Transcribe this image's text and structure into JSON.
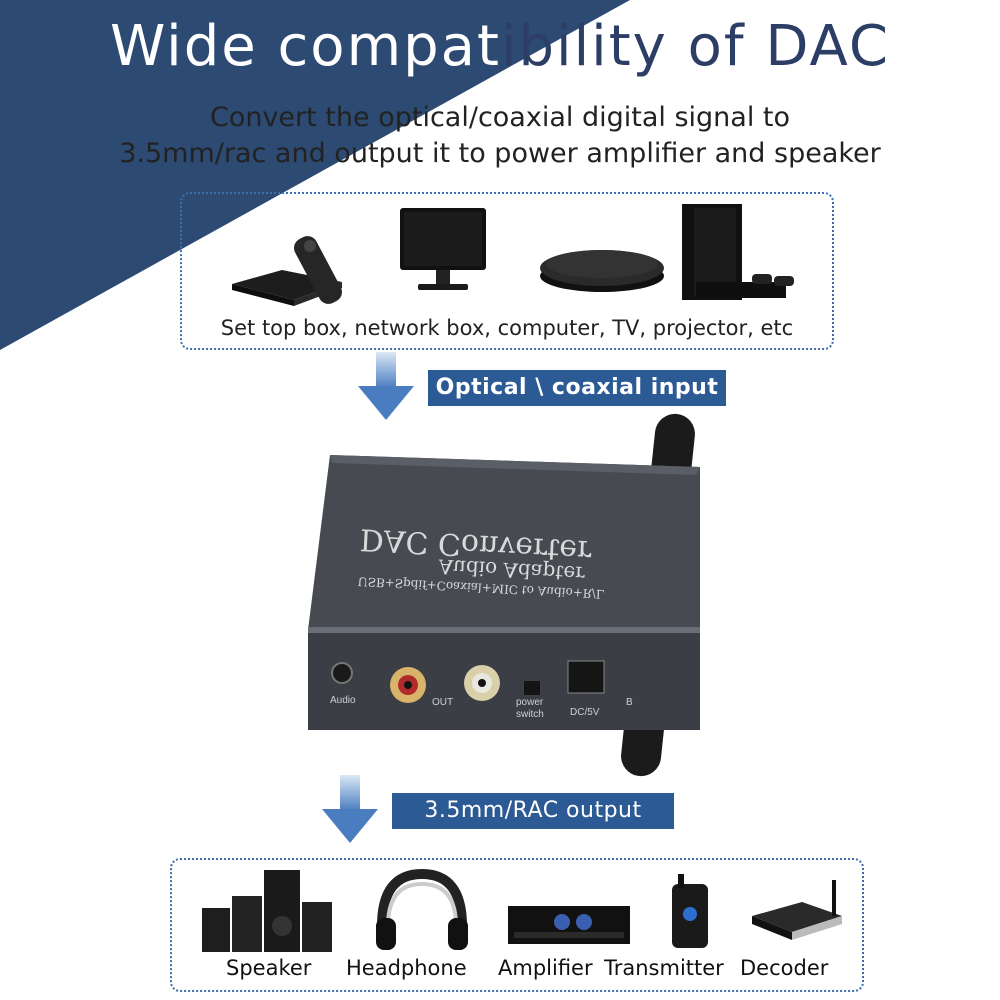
{
  "header": {
    "title_part1": "Wide compat",
    "title_part2": "ibility of DAC",
    "subtitle_line1": "Convert the optical/coaxial digital signal to",
    "subtitle_line2": "3.5mm/rac and output it to power amplifier and speaker"
  },
  "sources": {
    "caption": "Set top box, network box, computer, TV, projector, etc",
    "items": [
      "set-top-box",
      "monitor",
      "network-box",
      "game-console"
    ]
  },
  "input_badge": "Optical \\ coaxial input",
  "output_badge": "3.5mm/RAC output",
  "device": {
    "top_line1": "DAC Converter",
    "top_line2": "Audio Adapter",
    "top_line3": "USB+Spdif+Coaxial+MIC to Audio+R/L",
    "port_audio": "Audio",
    "port_out": "OUT",
    "port_power1": "power",
    "port_power2": "switch",
    "port_dc": "DC/5V",
    "port_b": "B"
  },
  "outputs": [
    {
      "label": "Speaker"
    },
    {
      "label": "Headphone"
    },
    {
      "label": "Amplifier"
    },
    {
      "label": "Transmitter"
    },
    {
      "label": "Decoder"
    }
  ],
  "colors": {
    "corner": "#2c4a72",
    "badge": "#2c5a94",
    "arrow": "#4a7dc0",
    "device": "#3b3e44"
  }
}
